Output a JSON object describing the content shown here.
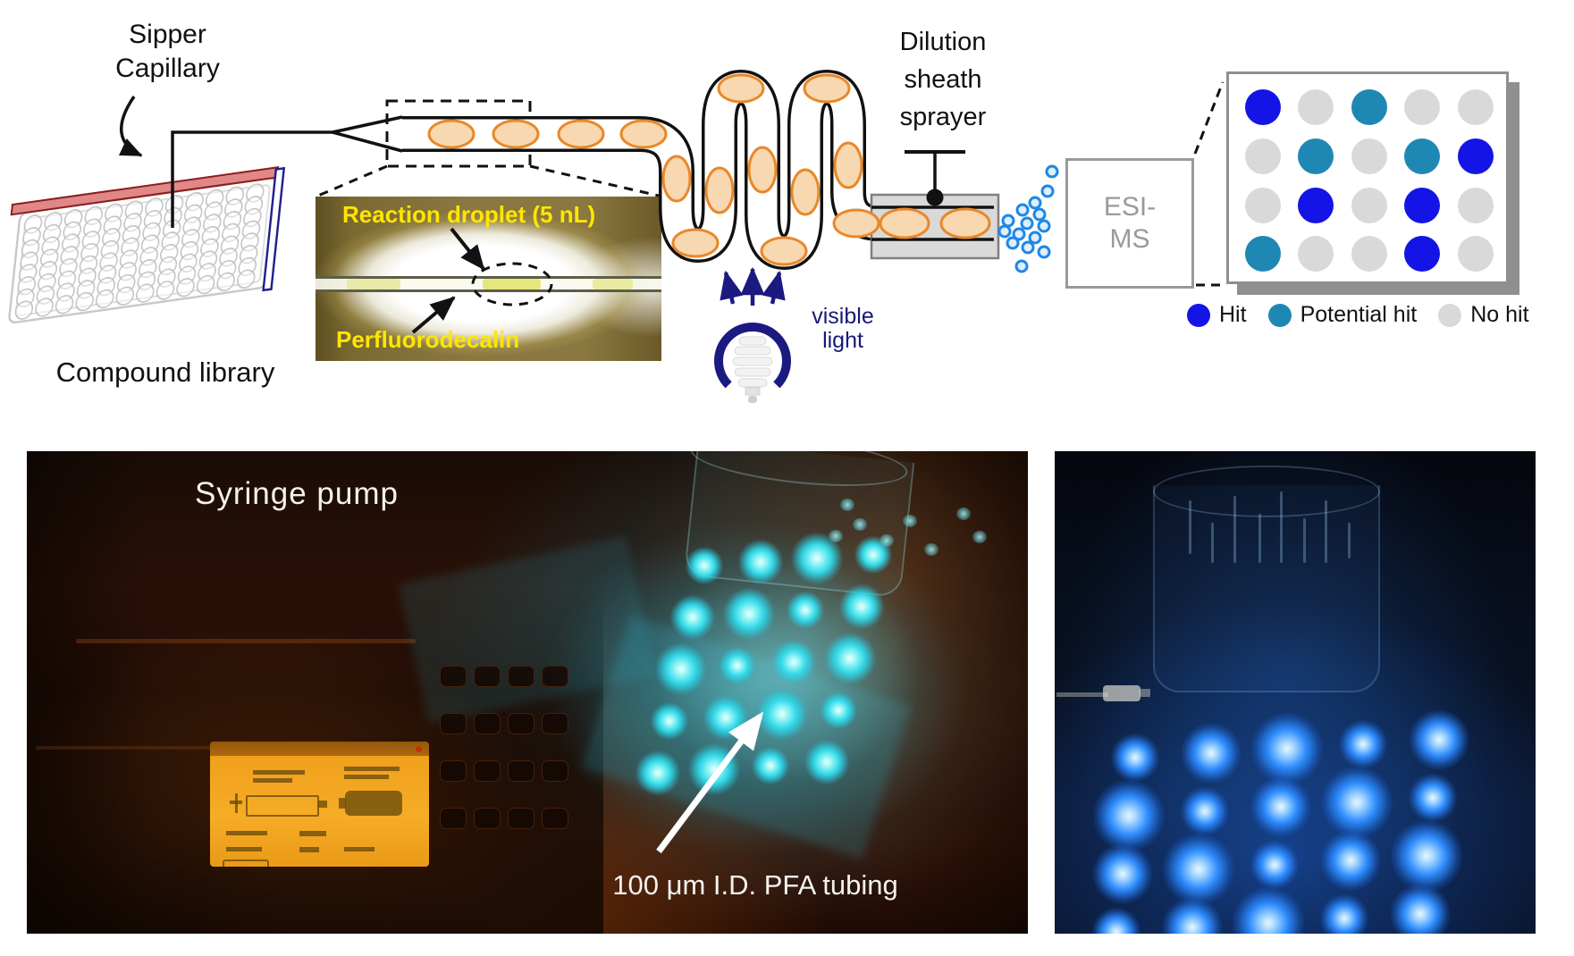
{
  "figure": {
    "labels": {
      "sipper_capillary": [
        "Sipper",
        "Capillary"
      ],
      "compound_library": "Compound library",
      "reaction_droplet": "Reaction droplet (5 nL)",
      "perfluorodecalin": "Perfluorodecalin",
      "dilution_sheath_sprayer": [
        "Dilution",
        "sheath",
        "sprayer"
      ],
      "visible_light": [
        "visible",
        "light"
      ],
      "esi_ms": [
        "ESI-",
        "MS"
      ]
    },
    "hit_map": {
      "legend": [
        {
          "type": "hit",
          "label": "Hit"
        },
        {
          "type": "potential",
          "label": "Potential hit"
        },
        {
          "type": "none",
          "label": "No hit"
        }
      ],
      "grid": [
        [
          "hit",
          "none",
          "potential",
          "none",
          "none"
        ],
        [
          "none",
          "potential",
          "none",
          "potential",
          "hit"
        ],
        [
          "none",
          "hit",
          "none",
          "hit",
          "none"
        ],
        [
          "potential",
          "none",
          "none",
          "hit",
          "none"
        ]
      ]
    },
    "photos": {
      "left": {
        "syringe_pump_label": "Syringe pump",
        "tubing_label": "100 μm I.D. PFA tubing"
      }
    },
    "colors": {
      "hit": "#1414e6",
      "potential": "#1f87b4",
      "none": "#d9d9d9",
      "droplet_fill": "#f8d8b0",
      "droplet_stroke": "#e8882a",
      "navy": "#1a1a80",
      "label_yellow": "#ffe600",
      "esi_gray": "#9a9a9a",
      "glow_cyan": "#35dcea",
      "glow_blue": "#2e8cff"
    }
  }
}
